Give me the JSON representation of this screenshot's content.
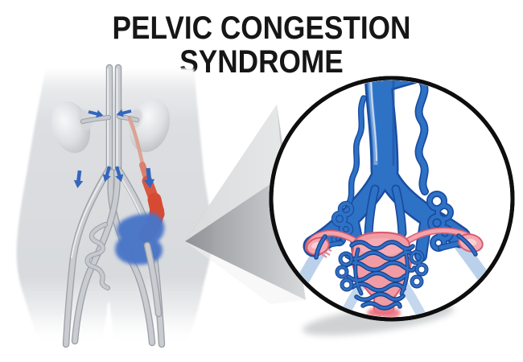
{
  "title": "PELVIC CONGESTION SYNDROME",
  "inset": {
    "background": "#ffffff",
    "border_color": "#0e0e0e"
  },
  "colors": {
    "title_text": "#161616",
    "body_silhouette": "#dcdee1",
    "kidney_gray": "#c6c9cd",
    "vessel_gray": "#c9ccd0",
    "vein_blue": "#2e72c6",
    "vein_blue_dark": "#1a4da0",
    "pale_vein_blue": "#afc9e8",
    "arrow_blue": "#3466be",
    "congested_red": "#d64a33",
    "varices_blue": "#4a74c8",
    "uterus_pink": "#f19ca4",
    "uterus_outline": "#d85c70",
    "ovary_pink": "#f3a9b1",
    "magnifier_cone_gray": "#a7a9ac"
  },
  "parts": {
    "overview": [
      "torso",
      "kidneys",
      "inferior-vena-cava",
      "aorta",
      "iliac-vessels",
      "dilated-ovarian-vein",
      "pelvic-varices",
      "flow-arrows",
      "magnifier-cone"
    ],
    "inset": [
      "iliac-veins",
      "dilated-tortuous-ovarian-veins",
      "varicose-pelvic-veins",
      "uterus",
      "fallopian-tubes",
      "ovaries"
    ]
  }
}
